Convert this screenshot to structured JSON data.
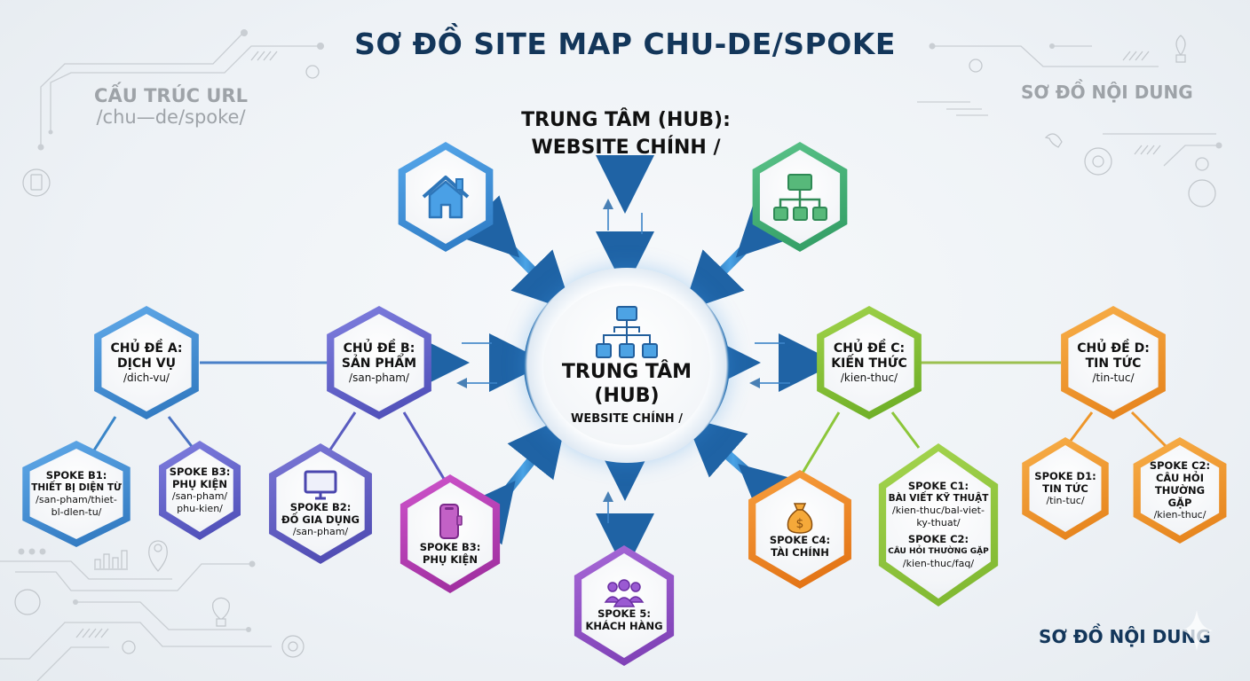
{
  "header": {
    "title": "SƠ ĐỒ SITE MAP CHU-DE/SPOKE",
    "left_caption_line1": "CẤU TRÚC URL",
    "left_caption_line2": "/chu—de/spoke/",
    "right_caption": "SƠ ĐỒ NỘI DUNG"
  },
  "hub_heading": {
    "line1": "TRUNG TÂM (HUB):",
    "line2": "WEBSITE CHÍNH /"
  },
  "hub": {
    "icon": "sitemap-icon",
    "line1": "TRUNG TÂM",
    "line2": "(HUB)",
    "subtitle": "WEBSITE CHÍNH /",
    "color": "#2469a8"
  },
  "top_nodes": [
    {
      "icon": "home-icon",
      "color": "#3b8fd6"
    },
    {
      "icon": "sitemap-icon",
      "color": "#3fae72"
    }
  ],
  "topics": {
    "a": {
      "title": "CHỦ ĐỀ A:",
      "name": "DỊCH VỤ",
      "url": "/dich-vu/",
      "color": "#3a86c8"
    },
    "b": {
      "title": "CHỦ ĐỀ B:",
      "name": "SẢN PHẨM",
      "url": "/san-pham/",
      "color": "#5a5cc0"
    },
    "c": {
      "title": "CHỦ ĐỀ C:",
      "name": "KIẾN THỨC",
      "url": "/kien-thuc/",
      "color": "#7cbf2e"
    },
    "d": {
      "title": "CHỦ ĐỀ D:",
      "name": "TIN TỨC",
      "url": "/tin-tuc/",
      "color": "#ee962a"
    }
  },
  "spokes": {
    "b1": {
      "title": "SPOKE B1:",
      "name": "THIẾT BỊ DIỆN TỪ",
      "url": "/san-pham/thiet-bl-dlen-tu/",
      "color": "#3a86c8"
    },
    "b3a": {
      "title": "SPOKE B3:",
      "name": "PHỤ KIỆN",
      "url": "/san-pham/ phu-kien/",
      "color": "#5a5cc0"
    },
    "b2": {
      "title": "SPOKE B2:",
      "name": "ĐỐ GIA DỤNG",
      "url": "/san-pham/",
      "icon": "monitor-icon",
      "color": "#5a5cc0"
    },
    "b3b": {
      "title": "SPOKE B3:",
      "name": "PHỤ KIỆN",
      "icon": "smartphone-icon",
      "color": "#b03ab0"
    },
    "s5": {
      "title": "SPOKE 5:",
      "name": "KHÁCH HÀNG",
      "icon": "users-icon",
      "color": "#8e48c4"
    },
    "c4": {
      "title": "SPOKE C4:",
      "name": "TÀI CHÍNH",
      "icon": "money-bag-icon",
      "color": "#ee8a20"
    },
    "c1c2": {
      "c1_title": "SPOKE C1:",
      "c1_name": "BÀI VIẾT KỸ THUẬT",
      "c1_url": "/kien-thuc/bal-viet-ky-thuat/",
      "c2_title": "SPOKE C2:",
      "c2_name": "CÂU HỎI THƯỜNG GẶP",
      "c2_url": "/kien-thuc/faq/",
      "color": "#8cc63a"
    },
    "d1": {
      "title": "SPOKE D1:",
      "name": "TIN TỨC",
      "url": "/tin-tuc/",
      "color": "#ee962a"
    },
    "dc2": {
      "title": "SPOKE C2:",
      "name": "CÂU HỎI THƯỜNG GẶP",
      "url": "/kien-thuc/",
      "color": "#ee962a"
    }
  },
  "footer": {
    "label": "SƠ ĐỒ NỘI DUNG"
  }
}
